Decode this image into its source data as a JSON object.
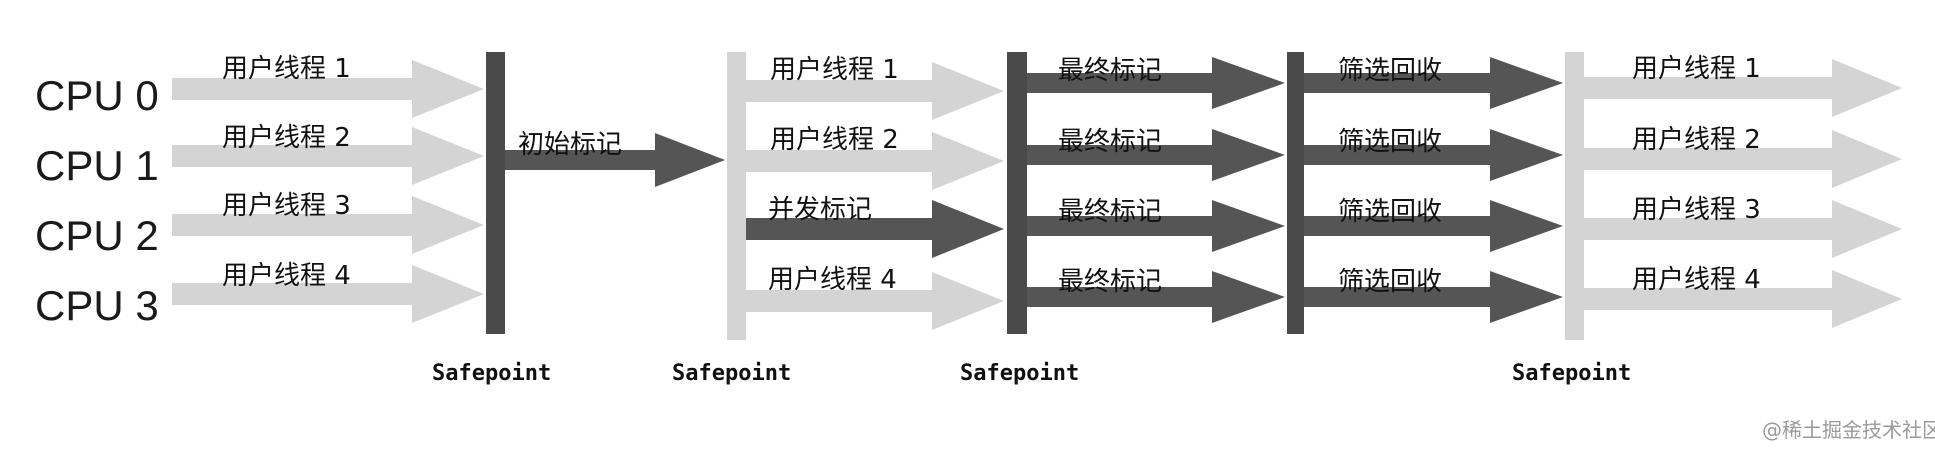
{
  "colors": {
    "light_arrow": "#d4d4d4",
    "dark_arrow": "#555555",
    "light_bar": "#d4d4d4",
    "dark_bar": "#4a4a4a",
    "text": "#111111",
    "watermark": "#9a9a9a"
  },
  "cpus": [
    "CPU 0",
    "CPU 1",
    "CPU 2",
    "CPU 3"
  ],
  "stage1": {
    "threads": [
      "用户线程 1",
      "用户线程 2",
      "用户线程 3",
      "用户线程 4"
    ]
  },
  "initial_mark": {
    "label": "初始标记"
  },
  "stage2": {
    "threads": [
      "用户线程 1",
      "用户线程 2",
      "并发标记",
      "用户线程 4"
    ]
  },
  "stage3": {
    "phases": [
      "最终标记",
      "最终标记",
      "最终标记",
      "最终标记"
    ]
  },
  "stage4": {
    "phases": [
      "筛选回收",
      "筛选回收",
      "筛选回收",
      "筛选回收"
    ]
  },
  "stage5": {
    "threads": [
      "用户线程 1",
      "用户线程 2",
      "用户线程 3",
      "用户线程 4"
    ]
  },
  "safepoints": [
    "Safepoint",
    "Safepoint",
    "Safepoint",
    "Safepoint"
  ],
  "watermark": "@稀土掘金技术社区"
}
